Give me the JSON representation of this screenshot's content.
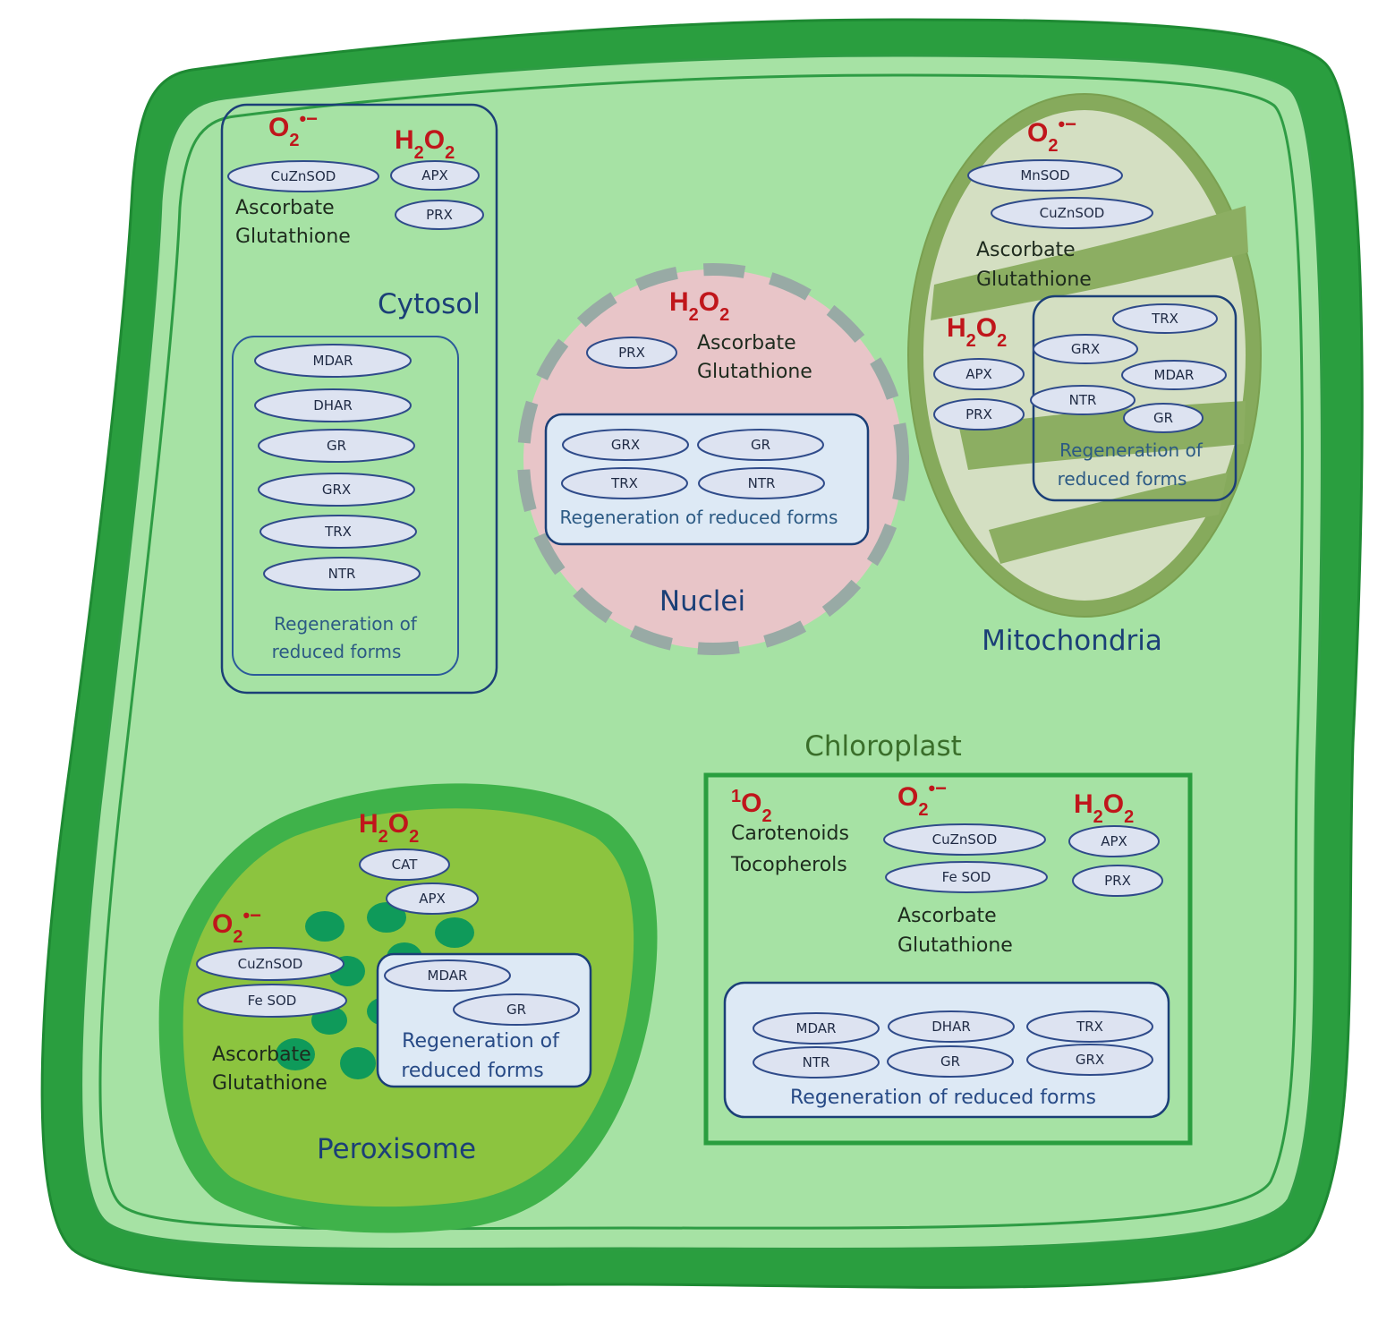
{
  "compartments": {
    "cytosol": {
      "title": "Cytosol",
      "superoxide": "O2•−",
      "h2o2": "H2O2",
      "enzymes_o2": [
        "CuZnSOD"
      ],
      "enzymes_h2o2": [
        "APX",
        "PRX"
      ],
      "antioxidants": [
        "Ascorbate",
        "Glutathione"
      ],
      "regeneration": {
        "enzymes": [
          "MDAR",
          "DHAR",
          "GR",
          "GRX",
          "TRX",
          "NTR"
        ],
        "label_line1": "Regeneration of",
        "label_line2": "reduced forms"
      }
    },
    "nuclei": {
      "title": "Nuclei",
      "h2o2": "H2O2",
      "enzymes_h2o2": [
        "PRX"
      ],
      "antioxidants": [
        "Ascorbate",
        "Glutathione"
      ],
      "regeneration": {
        "enzymes": [
          "GRX",
          "GR",
          "TRX",
          "NTR"
        ],
        "label": "Regeneration of reduced  forms"
      }
    },
    "mitochondria": {
      "title": "Mitochondria",
      "superoxide": "O2•−",
      "h2o2": "H2O2",
      "enzymes_o2": [
        "MnSOD",
        "CuZnSOD"
      ],
      "enzymes_h2o2": [
        "APX",
        "PRX"
      ],
      "antioxidants": [
        "Ascorbate",
        "Glutathione"
      ],
      "regeneration": {
        "enzymes": [
          "TRX",
          "GRX",
          "MDAR",
          "NTR",
          "GR"
        ],
        "label_line1": "Regeneration of",
        "label_line2": "reduced forms"
      }
    },
    "peroxisome": {
      "title": "Peroxisome",
      "superoxide": "O2•−",
      "h2o2": "H2O2",
      "enzymes_h2o2": [
        "CAT",
        "APX"
      ],
      "enzymes_o2": [
        "CuZnSOD",
        "Fe SOD"
      ],
      "antioxidants": [
        "Ascorbate",
        "Glutathione"
      ],
      "regeneration": {
        "enzymes": [
          "MDAR",
          "GR"
        ],
        "label_line1": "Regeneration of",
        "label_line2": "reduced forms"
      }
    },
    "chloroplast": {
      "title": "Chloroplast",
      "singlet_oxygen": "1O2",
      "superoxide": "O2•−",
      "h2o2": "H2O2",
      "singlet_scavengers": [
        "Carotenoids",
        "Tocopherols"
      ],
      "enzymes_o2": [
        "CuZnSOD",
        "Fe SOD"
      ],
      "enzymes_h2o2": [
        "APX",
        "PRX"
      ],
      "antioxidants": [
        "Ascorbate",
        "Glutathione"
      ],
      "regeneration": {
        "enzymes": [
          "MDAR",
          "DHAR",
          "TRX",
          "NTR",
          "GR",
          "GRX"
        ],
        "label": "Regeneration of reduced forms"
      }
    }
  },
  "colors": {
    "cell_wall": "#2a9e3f",
    "cytoplasm": "#a6e2a4",
    "nucleus": "#e8c5c8",
    "mitochondria_outer": "#86aa5c",
    "mitochondria_inner": "#d4dfc2",
    "peroxisome_outer": "#3fb24a",
    "peroxisome_inner": "#8cc43f",
    "ros_red": "#c0161b",
    "title_blue": "#1b3f77",
    "chloroplast_title": "#3a6e2a"
  }
}
